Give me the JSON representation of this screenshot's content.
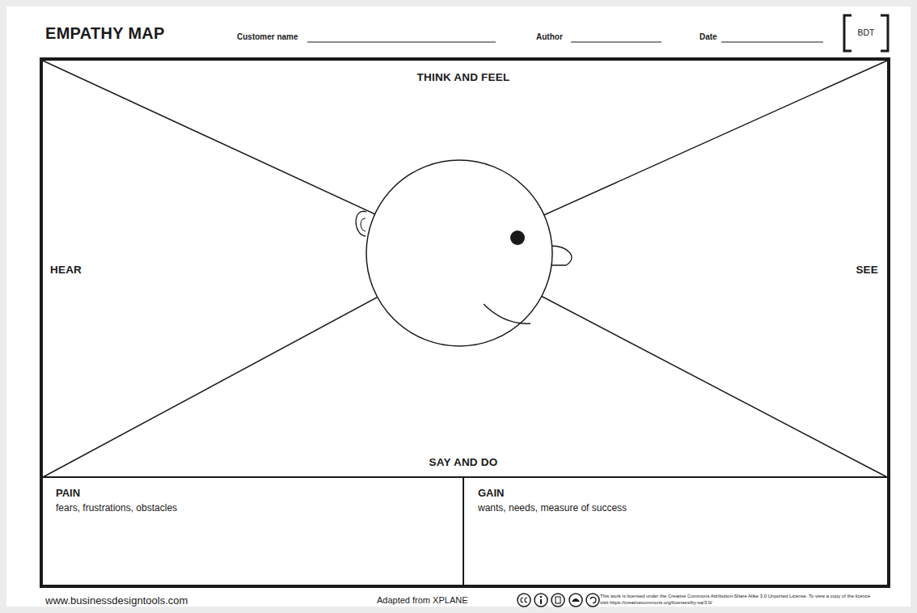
{
  "diagram": {
    "title": "EMPATHY MAP",
    "nodes": [
      {
        "text": [
          "THINK AND FEEL"
        ]
      },
      {
        "text": [
          "HEAR"
        ]
      },
      {
        "text": [
          "SEE"
        ]
      },
      {
        "text": [
          "SAY AND DO"
        ]
      },
      {
        "text": [
          "PAIN",
          "fears, frustrations, obstacles"
        ]
      },
      {
        "text": [
          "GAIN",
          "wants, needs, measure of success"
        ]
      }
    ],
    "labels": [
      "Customer name",
      "Author",
      "Date",
      "BDT",
      "www.businessdesigntools.com",
      "Adapted from XPLANE",
      "This work is licensed under the Creative Commons Attribution-Share Alike 3.0 Unported License. To view a copy of the licence visit https://creativecommons.org/licenses/by-sa/3.0/"
    ]
  }
}
